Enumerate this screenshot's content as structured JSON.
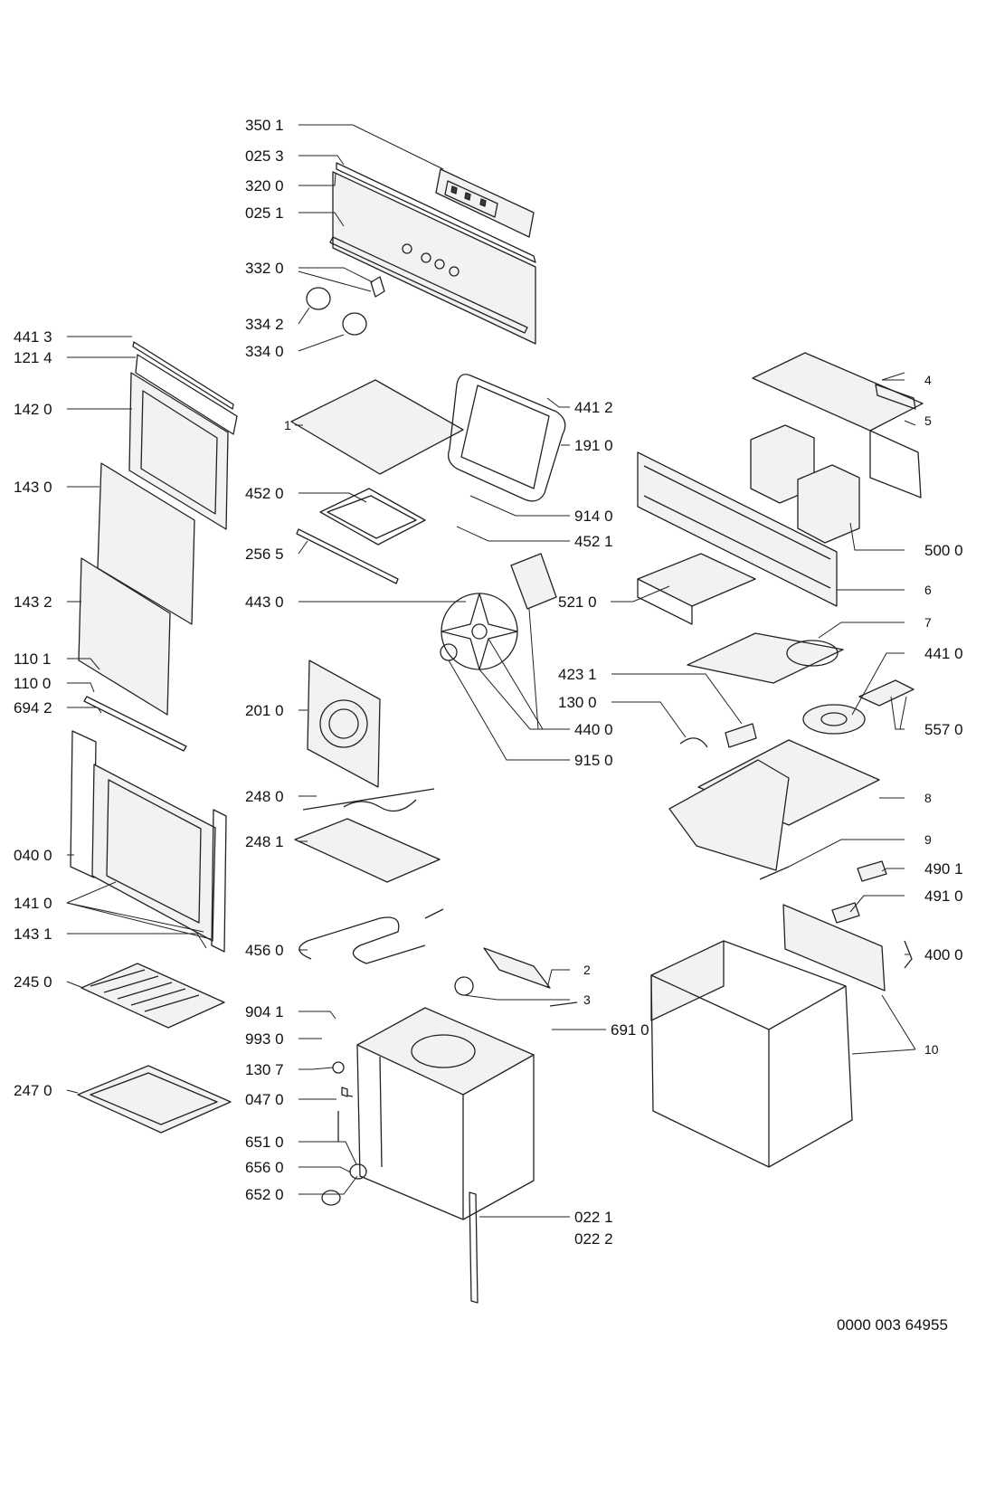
{
  "diagram": {
    "document_number": "0000 003 64955",
    "labels": [
      "350 1",
      "025 3",
      "320 0",
      "025 1",
      "332 0",
      "334 2",
      "334 0",
      "441 3",
      "121 4",
      "142 0",
      "143 0",
      "143 2",
      "110 1",
      "110 0",
      "694 2",
      "040 0",
      "141 0",
      "143 1",
      "245 0",
      "247 0",
      "1",
      "452 0",
      "256 5",
      "443 0",
      "201 0",
      "248 0",
      "248 1",
      "456 0",
      "904 1",
      "993 0",
      "130 7",
      "047 0",
      "651 0",
      "656 0",
      "652 0",
      "441 2",
      "191 0",
      "914 0",
      "452 1",
      "440 0",
      "915 0",
      "2",
      "3",
      "691 0",
      "022 1",
      "022 2",
      "4",
      "5",
      "500 0",
      "6",
      "521 0",
      "7",
      "441 0",
      "423 1",
      "130 0",
      "557 0",
      "8",
      "9",
      "490 1",
      "491 0",
      "400 0",
      "10"
    ]
  }
}
